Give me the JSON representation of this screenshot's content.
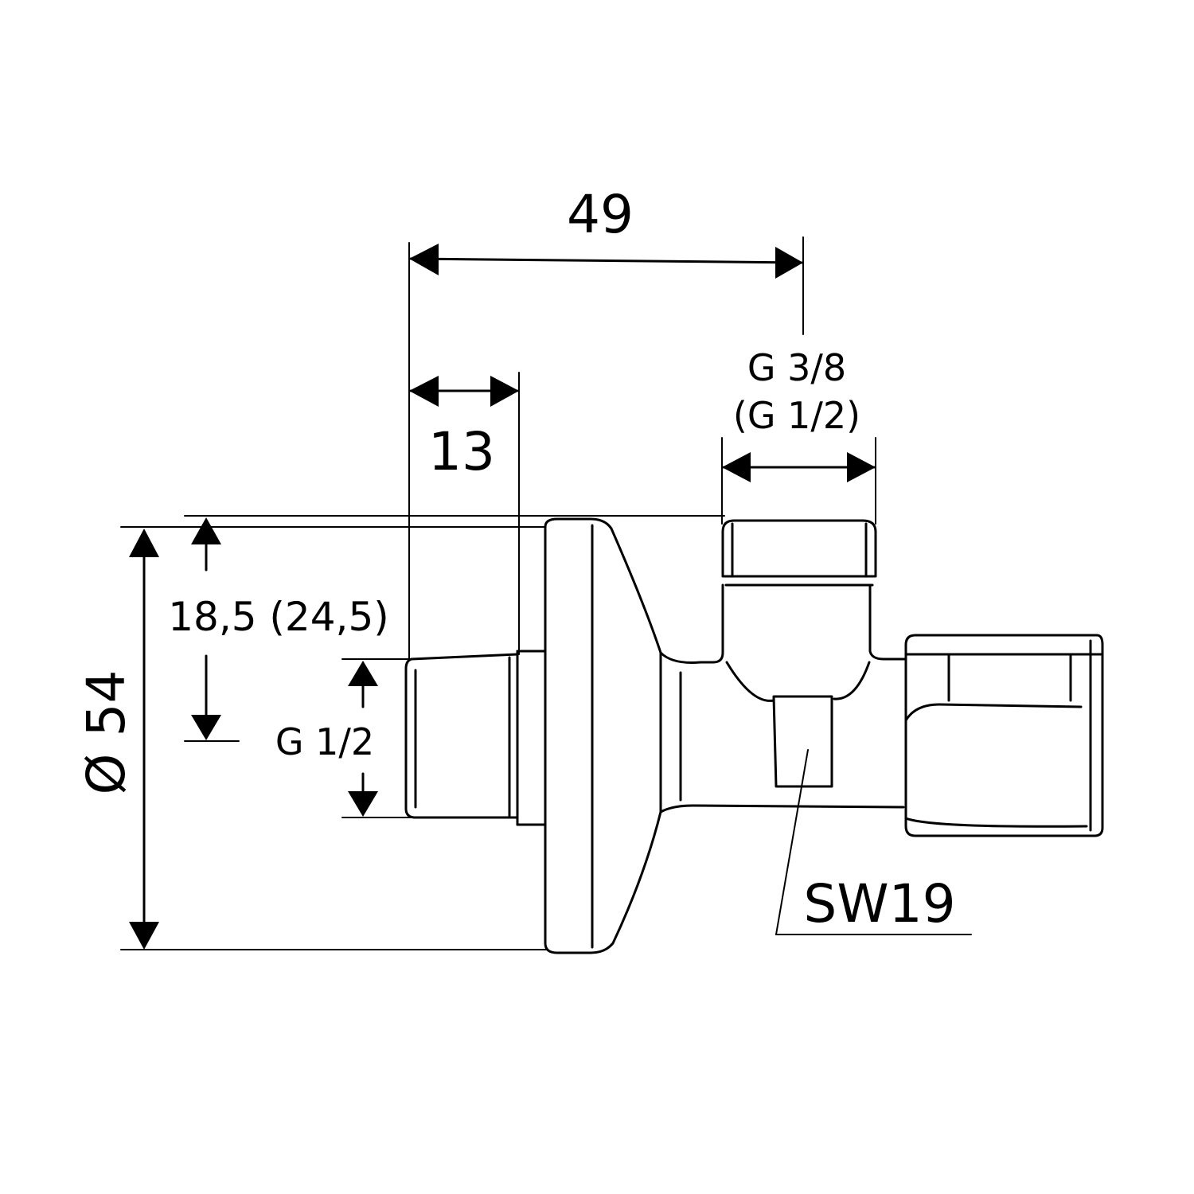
{
  "drawing": {
    "colors": {
      "line": "#000000",
      "background": "#ffffff"
    },
    "dimensions": {
      "overall_length": "49",
      "connection_depth": "13",
      "outlet_thread_line1": "G 3/8",
      "outlet_thread_line2": "(G 1/2)",
      "flange_diameter": "Ø 54",
      "height_offset": "18,5 (24,5)",
      "inlet_thread": "G 1/2",
      "wrench_size": "SW19"
    }
  }
}
